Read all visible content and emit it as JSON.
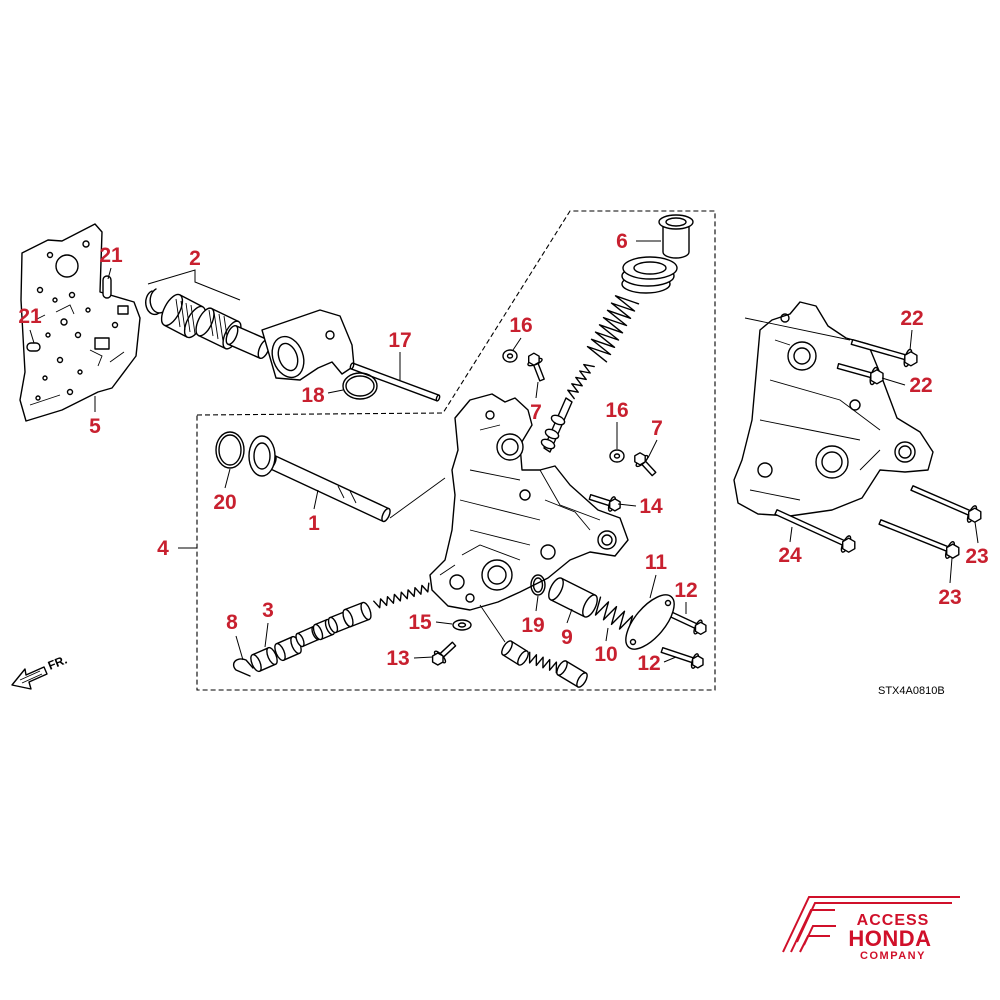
{
  "diagram": {
    "code": "STX4A0810B",
    "front_indicator": "FR."
  },
  "callouts": [
    "21",
    "21",
    "2",
    "5",
    "17",
    "18",
    "6",
    "16",
    "7",
    "16",
    "7",
    "14",
    "22",
    "22",
    "4",
    "20",
    "1",
    "11",
    "12",
    "24",
    "23",
    "23",
    "8",
    "3",
    "15",
    "19",
    "9",
    "10",
    "12",
    "13"
  ],
  "logo": {
    "line1": "ACCESS",
    "line2": "HONDA",
    "line3": "COMPANY"
  },
  "colors": {
    "callout": "#c8202f",
    "logo": "#d0102a",
    "line": "#000000",
    "background": "#ffffff"
  }
}
